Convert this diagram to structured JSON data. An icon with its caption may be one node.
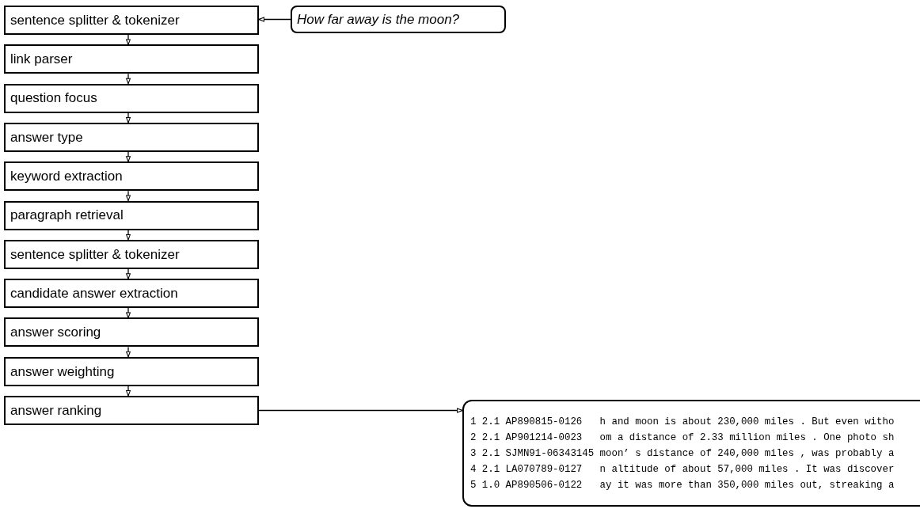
{
  "diagram": {
    "nodes": [
      {
        "text": [
          "sentence splitter & tokenizer"
        ]
      },
      {
        "text": [
          "link parser"
        ]
      },
      {
        "text": [
          "question focus"
        ]
      },
      {
        "text": [
          "answer type"
        ]
      },
      {
        "text": [
          "keyword extraction"
        ]
      },
      {
        "text": [
          "paragraph retrieval"
        ]
      },
      {
        "text": [
          "sentence splitter & tokenizer"
        ]
      },
      {
        "text": [
          "candidate answer extraction"
        ]
      },
      {
        "text": [
          "answer scoring"
        ]
      },
      {
        "text": [
          "answer weighting"
        ]
      },
      {
        "text": [
          "answer ranking"
        ]
      },
      {
        "text": [
          "How far away is the moon?"
        ]
      },
      {
        "text": [
          "1 2.1 AP890815-0126   h and moon is about 230,000 miles . But even witho",
          "2 2.1 AP901214-0023   om a distance of 2.33 million miles . One photo sh",
          "3 2.1 SJMN91-06343145 moon’ s distance of 240,000 miles , was probably a",
          "4 2.1 LA070789-0127   n altitude of about 57,000 miles . It was discover",
          "5 1.0 AP890506-0122   ay it was more than 350,000 miles out, streaking a"
        ]
      }
    ],
    "edges": [
      {
        "from": 11,
        "to": 0,
        "arrow": "to"
      },
      {
        "from": 0,
        "to": 1,
        "arrow": "to"
      },
      {
        "from": 1,
        "to": 2,
        "arrow": "to"
      },
      {
        "from": 2,
        "to": 3,
        "arrow": "to"
      },
      {
        "from": 3,
        "to": 4,
        "arrow": "to"
      },
      {
        "from": 4,
        "to": 5,
        "arrow": "to"
      },
      {
        "from": 5,
        "to": 6,
        "arrow": "to"
      },
      {
        "from": 6,
        "to": 7,
        "arrow": "to"
      },
      {
        "from": 7,
        "to": 8,
        "arrow": "to"
      },
      {
        "from": 8,
        "to": 9,
        "arrow": "to"
      },
      {
        "from": 9,
        "to": 10,
        "arrow": "to"
      },
      {
        "from": 10,
        "to": 12,
        "arrow": "to"
      }
    ]
  }
}
